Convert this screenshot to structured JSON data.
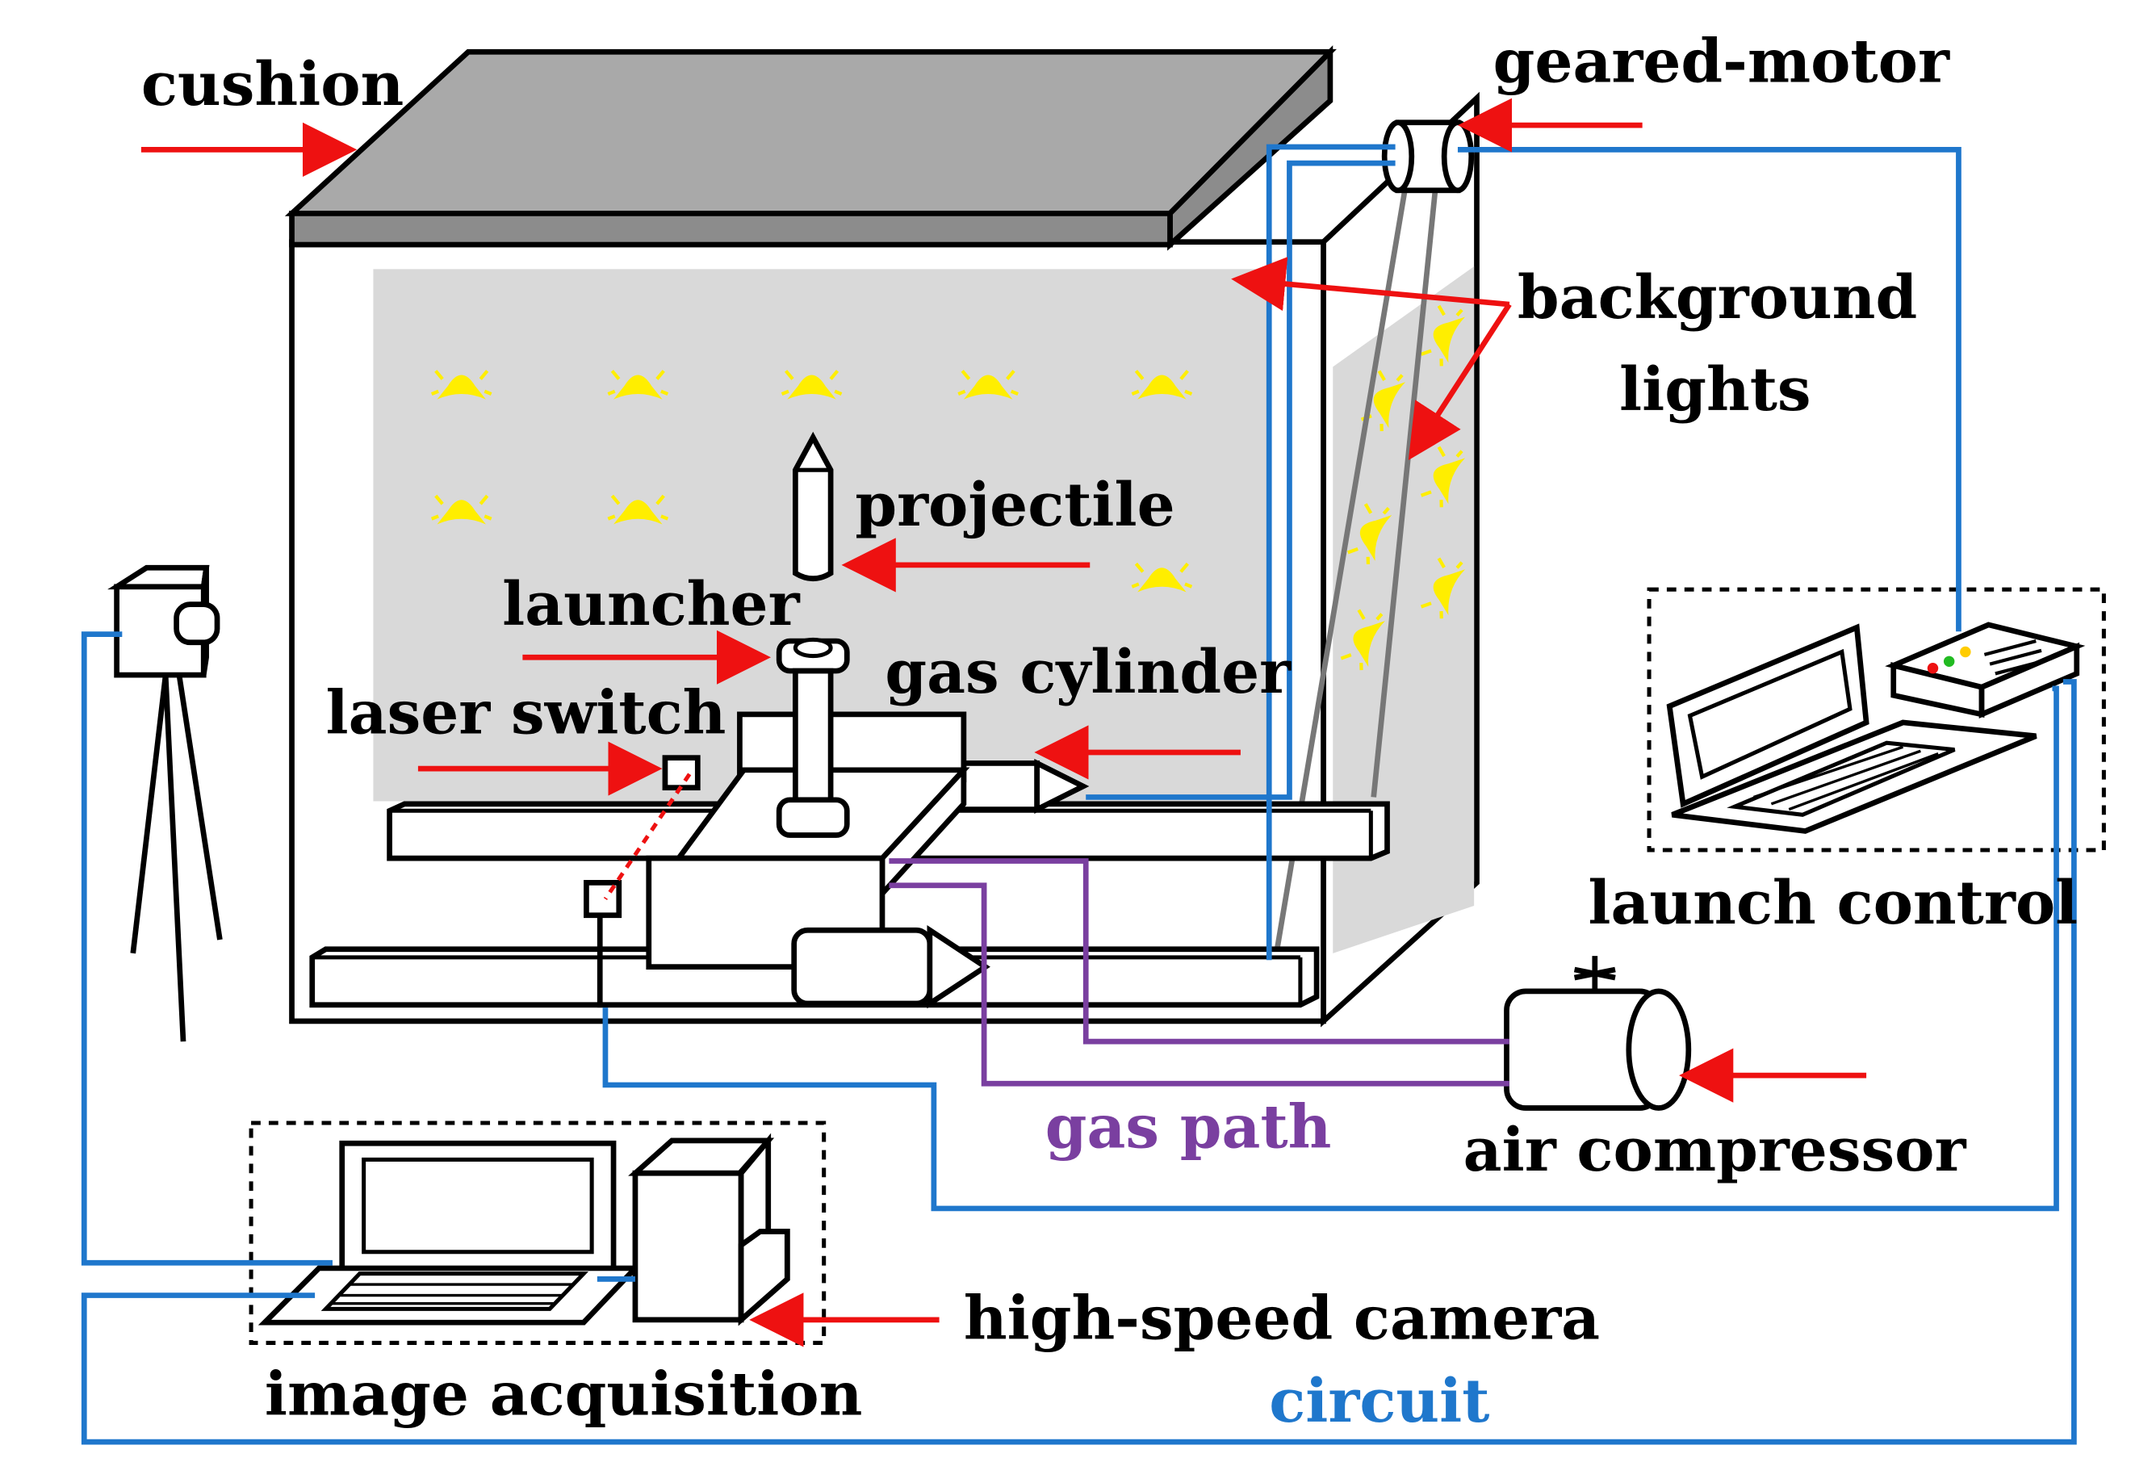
{
  "labels": {
    "cushion": "cushion",
    "geared_motor": "geared-motor",
    "background_line1": "background",
    "background_line2": "lights",
    "projectile": "projectile",
    "launcher": "launcher",
    "gas_cylinder": "gas cylinder",
    "laser_switch": "laser switch",
    "launch_control": "launch control",
    "air_compressor": "air compressor",
    "gas_path": "gas path",
    "high_speed_camera": "high-speed camera",
    "image_acquisition": "image acquisition",
    "circuit": "circuit"
  },
  "colors": {
    "arrow": "#ee1111",
    "circuit": "#1f77cc",
    "gas_path": "#7a3fa0",
    "light": "#ffee00",
    "panel": "#d9d9d9",
    "cushion": "#a9a9a9",
    "outline": "#000000"
  }
}
